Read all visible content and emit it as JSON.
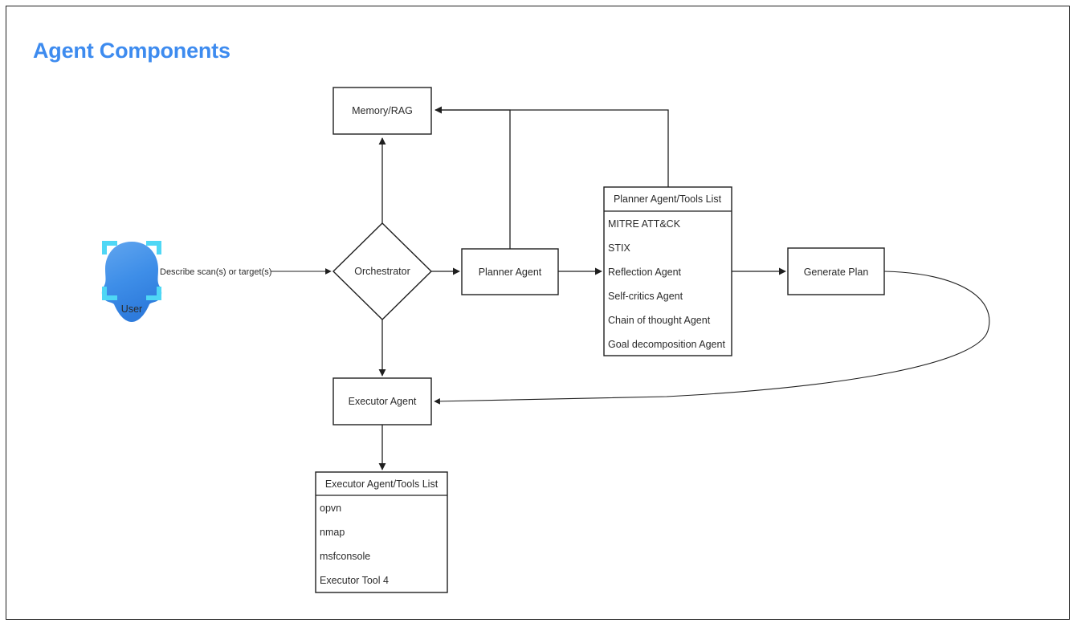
{
  "page": {
    "title": "Agent Components",
    "title_color": "#3D8BEF",
    "background": "#ffffff",
    "border_color": "#1f1f1f"
  },
  "actor": {
    "label": "User",
    "icon": "user-head-icon",
    "icon_color": "#3E8EE8",
    "bracket_color": "#4FD7F5"
  },
  "edges": {
    "user_to_orchestrator": "Describe scan(s) or target(s)"
  },
  "nodes": {
    "memory": {
      "label": "Memory/RAG"
    },
    "orchestrator": {
      "label": "Orchestrator"
    },
    "planner_agent": {
      "label": "Planner Agent"
    },
    "generate_plan": {
      "label": "Generate Plan"
    },
    "executor_agent": {
      "label": "Executor Agent"
    }
  },
  "planner_tools": {
    "header": "Planner Agent/Tools List",
    "items": [
      "MITRE ATT&CK",
      "STIX",
      "Reflection Agent",
      "Self-critics Agent",
      "Chain of thought Agent",
      "Goal decomposition Agent"
    ]
  },
  "executor_tools": {
    "header": "Executor Agent/Tools List",
    "items": [
      "opvn",
      "nmap",
      "msfconsole",
      "Executor Tool 4"
    ]
  }
}
